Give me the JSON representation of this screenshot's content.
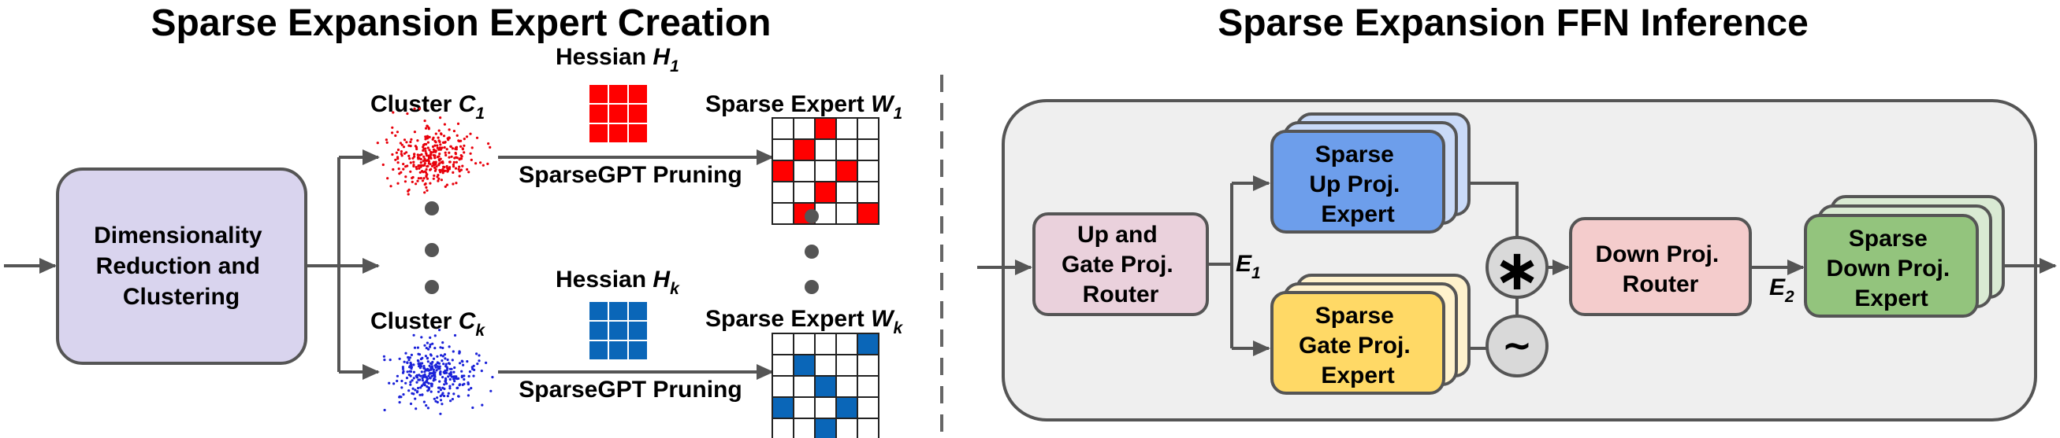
{
  "left_title": "Sparse Expansion Expert Creation",
  "right_title": "Sparse Expansion FFN Inference",
  "dim_box": {
    "lines": [
      "Dimensionality",
      "Reduction and",
      "Clustering"
    ]
  },
  "cluster_top": {
    "label": "Cluster ",
    "var": "C",
    "sub": "1",
    "color": "#e8000b"
  },
  "cluster_bottom": {
    "label": "Cluster ",
    "var": "C",
    "sub": "k",
    "color": "#1b22d8"
  },
  "hessian_top": {
    "label": "Hessian ",
    "var": "H",
    "sub": "1",
    "color": "#ff0000"
  },
  "hessian_bottom": {
    "label": "Hessian ",
    "var": "H",
    "sub": "k",
    "color": "#0a66b8"
  },
  "pruning_label": "SparseGPT Pruning",
  "expert_top": {
    "label": "Sparse Expert ",
    "var": "W",
    "sub": "1"
  },
  "expert_bottom": {
    "label": "Sparse Expert ",
    "var": "W",
    "sub": "k"
  },
  "router1": {
    "lines": [
      "Up and",
      "Gate Proj.",
      "Router"
    ]
  },
  "e1": {
    "var": "E",
    "sub": "1"
  },
  "e2": {
    "var": "E",
    "sub": "2"
  },
  "up_expert": {
    "lines": [
      "Sparse",
      "Up Proj.",
      "Expert"
    ]
  },
  "gate_expert": {
    "lines": [
      "Sparse",
      "Gate Proj.",
      "Expert"
    ]
  },
  "multiply_symbol": "∗",
  "activation_symbol": "~",
  "down_router": {
    "lines": [
      "Down Proj.",
      "Router"
    ]
  },
  "down_expert": {
    "lines": [
      "Sparse",
      "Down Proj.",
      "Expert"
    ]
  },
  "colors": {
    "dim_box": "#d9d4ee",
    "router1": "#ead1dc",
    "up_expert": "#6d9eeb",
    "up_back": "#c9daf8",
    "gate_expert": "#ffd966",
    "gate_back": "#fff2cc",
    "down_router": "#f4cccc",
    "down_expert": "#93c47d",
    "down_back": "#d9ead3",
    "panel": "#efefef",
    "op_circle": "#d9d9d9"
  }
}
